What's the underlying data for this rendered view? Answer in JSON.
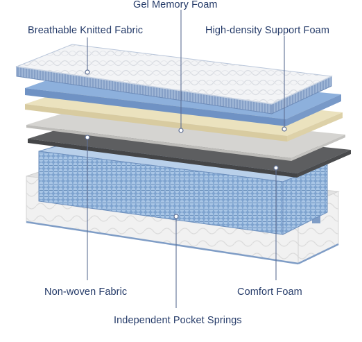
{
  "labels": {
    "gel_memory_foam": "Gel Memory Foam",
    "breathable_knitted_fabric": "Breathable Knitted Fabric",
    "high_density_support_foam": "High-density Support Foam",
    "non_woven_fabric": "Non-woven Fabric",
    "comfort_foam": "Comfort Foam",
    "independent_pocket_springs": "Independent Pocket Springs"
  },
  "colors": {
    "label_text": "#243a68",
    "leader_line": "#5e6f94",
    "knit_fabric": "#f2f3f5",
    "knit_border": "#8ea7c9",
    "gel_foam": "#86a9d6",
    "support_foam": "#e6dcb8",
    "comfort_foam": "#d3d2cf",
    "non_woven": "#5f6062",
    "springs": "#8fb2da",
    "base": "#eeeeee"
  }
}
